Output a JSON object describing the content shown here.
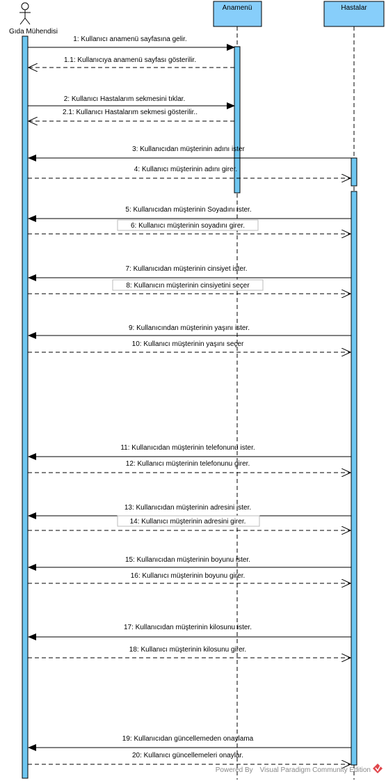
{
  "actor": {
    "name": "Gıda Mühendisi"
  },
  "lifelines": [
    {
      "name": "Anamenü"
    },
    {
      "name": "Hastalar"
    }
  ],
  "messages": [
    {
      "label": "1: Kullanıcı anamenü sayfasına gelir.",
      "kind": "sync"
    },
    {
      "label": "1.1: Kullanıcıya anamenü sayfası gösterilir.",
      "kind": "return"
    },
    {
      "label": "2: Kullanıcı Hastalarım sekmesini tıklar.",
      "kind": "sync"
    },
    {
      "label": "2.1: Kullanıcı Hastalarım sekmesi gösterilir..",
      "kind": "return"
    },
    {
      "label": "3: Kullanıcıdan müşterinin adını ister",
      "kind": "call"
    },
    {
      "label": "4: Kullanıcı müşterinin adını girer.",
      "kind": "return"
    },
    {
      "label": "5: Kullanıcıdan müşterinin Soyadını ister.",
      "kind": "call"
    },
    {
      "label": "6: Kullanıcı müşterinin soyadını girer.",
      "kind": "return"
    },
    {
      "label": "7: Kullanıcıdan müşterinin cinsiyet ister.",
      "kind": "call"
    },
    {
      "label": "8: Kullanıcın müşterinin cinsiyetini seçer",
      "kind": "return"
    },
    {
      "label": "9: Kullanıcından müşterinin yaşını ister.",
      "kind": "call"
    },
    {
      "label": "10: Kullanıcı müşterinin yaşını seçer",
      "kind": "return"
    },
    {
      "label": "11: Kullanıcıdan müşterinin telefonunu ister.",
      "kind": "call"
    },
    {
      "label": "12: Kullanıcı müşterinin telefonunu girer.",
      "kind": "return"
    },
    {
      "label": "13: Kullanıcıdan müşterinin adresini ister.",
      "kind": "call"
    },
    {
      "label": "14: Kullanıcı müşterinin adresini girer.",
      "kind": "return"
    },
    {
      "label": "15: Kullanıcıdan müşterinin boyunu ister.",
      "kind": "call"
    },
    {
      "label": "16: Kullanıcı müşterinin boyunu girer.",
      "kind": "return"
    },
    {
      "label": "17: Kullanıcıdan müşterinin kilosunu ister.",
      "kind": "call"
    },
    {
      "label": "18: Kullanıcı müşterinin kilosunu girer.",
      "kind": "return"
    },
    {
      "label": "19: Kullanıcıdan güncellemeden onaylama",
      "kind": "call"
    },
    {
      "label": "20: Kullanıcı güncellemeleri onaylar.",
      "kind": "return"
    }
  ],
  "watermark": "Powered By Visual Paradigm Community Edition",
  "colors": {
    "lifeline_box": "#87cefa",
    "activation": "#6ec6f0",
    "line": "#000000",
    "watermark_logo": "#e0474c"
  },
  "icons": {
    "actor": "stick-figure-icon",
    "watermark_logo": "visual-paradigm-logo-icon"
  }
}
